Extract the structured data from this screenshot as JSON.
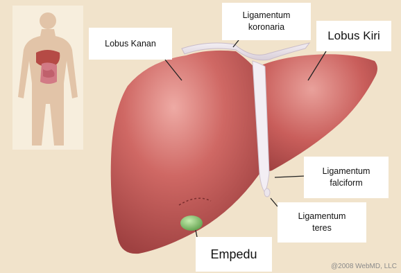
{
  "labels": {
    "lobus_kanan": "Lobus Kanan",
    "ligamentum_koronaria_line1": "Ligamentum",
    "ligamentum_koronaria_line2": "koronaria",
    "lobus_kiri": "Lobus Kiri",
    "ligamentum_falciform_line1": "Ligamentum",
    "ligamentum_falciform_line2": "falciform",
    "ligamentum_teres_line1": "Ligamentum",
    "ligamentum_teres_line2": "teres",
    "empedu": "Empedu"
  },
  "copyright": "@2008 WebMD, LLC",
  "colors": {
    "background": "#f1e3cb",
    "liver": "#c95f5c",
    "liver_highlight": "#e9a09b",
    "liver_shadow": "#9c3f3f",
    "ligament": "#ece6ec",
    "gallbladder": "#7fbf6a",
    "label_bg": "#ffffff"
  }
}
